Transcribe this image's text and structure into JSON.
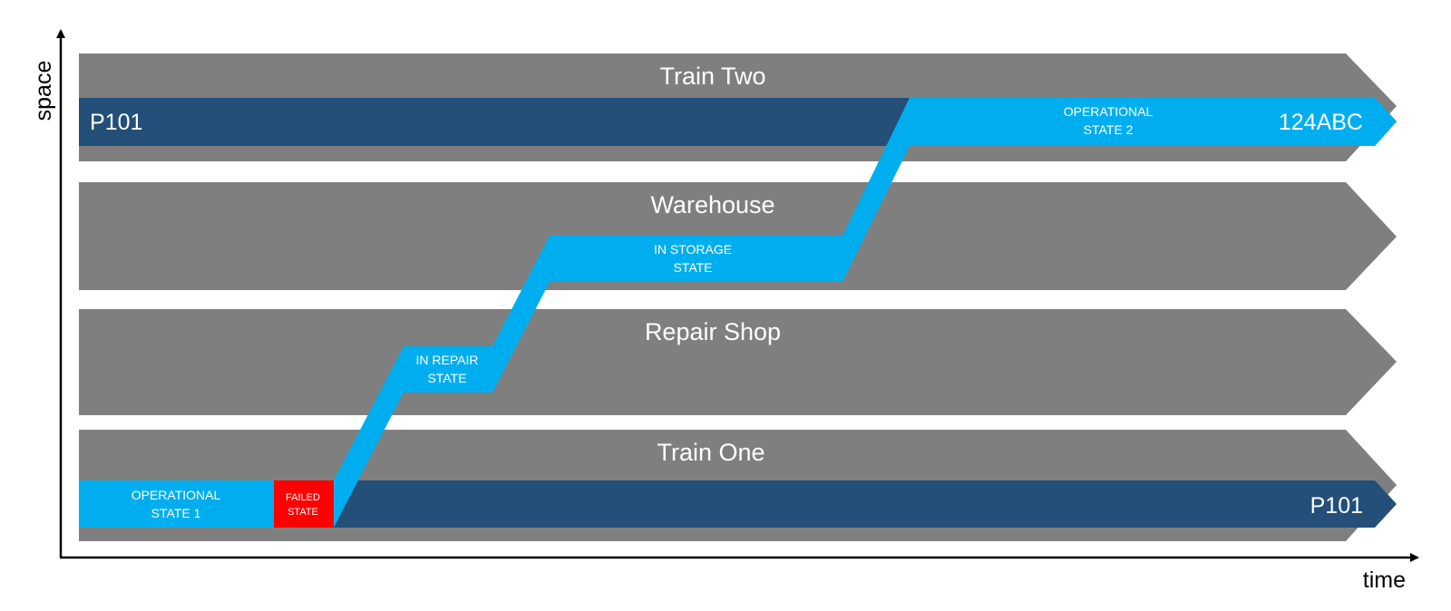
{
  "colors": {
    "lane_gray": "#7f7f7f",
    "slot_navy": "#234f79",
    "state_cyan": "#00aeef",
    "failed_red": "#ff0000",
    "axis": "#000000"
  },
  "axes": {
    "y_label": "space",
    "x_label": "time"
  },
  "lanes": {
    "train_two": {
      "title": "Train Two"
    },
    "warehouse": {
      "title": "Warehouse"
    },
    "repair_shop": {
      "title": "Repair Shop"
    },
    "train_one": {
      "title": "Train One"
    }
  },
  "slots": {
    "train_two": {
      "left_label": "P101",
      "right_label": "124ABC"
    },
    "train_one": {
      "right_label": "P101"
    }
  },
  "states": {
    "operational_1": {
      "line1": "OPERATIONAL",
      "line2": "STATE 1"
    },
    "failed": {
      "line1": "FAILED",
      "line2": "STATE"
    },
    "in_repair": {
      "line1": "IN REPAIR",
      "line2": "STATE"
    },
    "in_storage": {
      "line1": "IN STORAGE",
      "line2": "STATE"
    },
    "operational_2": {
      "line1": "OPERATIONAL",
      "line2": "STATE 2"
    }
  }
}
